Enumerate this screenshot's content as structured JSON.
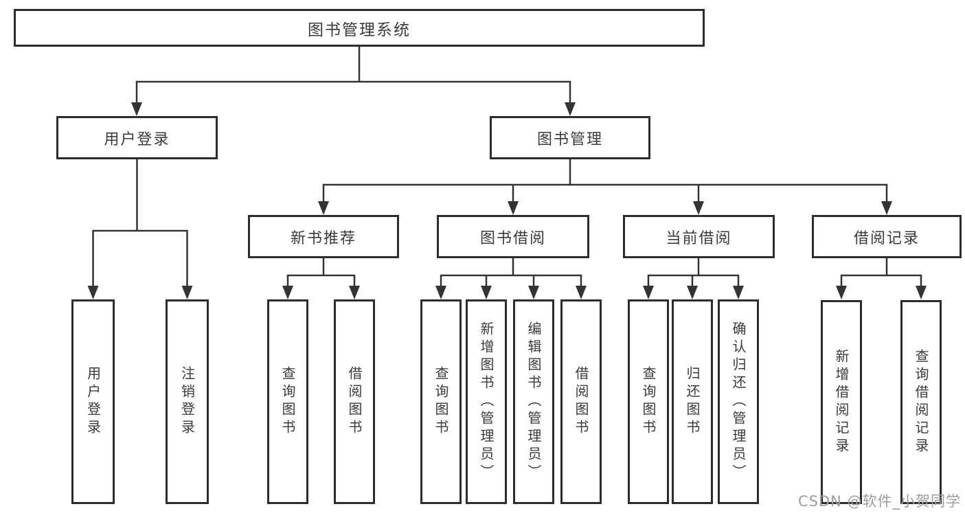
{
  "diagram": {
    "root": "图书管理系统",
    "level1": {
      "user_login": "用户登录",
      "book_mgmt": "图书管理"
    },
    "level2": {
      "new_books": "新书推荐",
      "book_borrow": "图书借阅",
      "current_borrow": "当前借阅",
      "borrow_records": "借阅记录"
    },
    "leaves": {
      "user_login": [
        "用户登录",
        "注销登录"
      ],
      "new_books": [
        "查询图书",
        "借阅图书"
      ],
      "book_borrow": [
        "查询图书",
        "新增图书（管理员）",
        "编辑图书（管理员）",
        "借阅图书"
      ],
      "current_borrow": [
        "查询图书",
        "归还图书",
        "确认归还（管理员）"
      ],
      "borrow_records": [
        "新增借阅记录",
        "查询借阅记录"
      ]
    }
  },
  "watermark": "CSDN @软件_小贺同学",
  "colors": {
    "line": "#333333",
    "border": "#2d2d2d",
    "text": "#3a3a3a",
    "watermark": "#9c9c9c",
    "background": "#ffffff"
  }
}
